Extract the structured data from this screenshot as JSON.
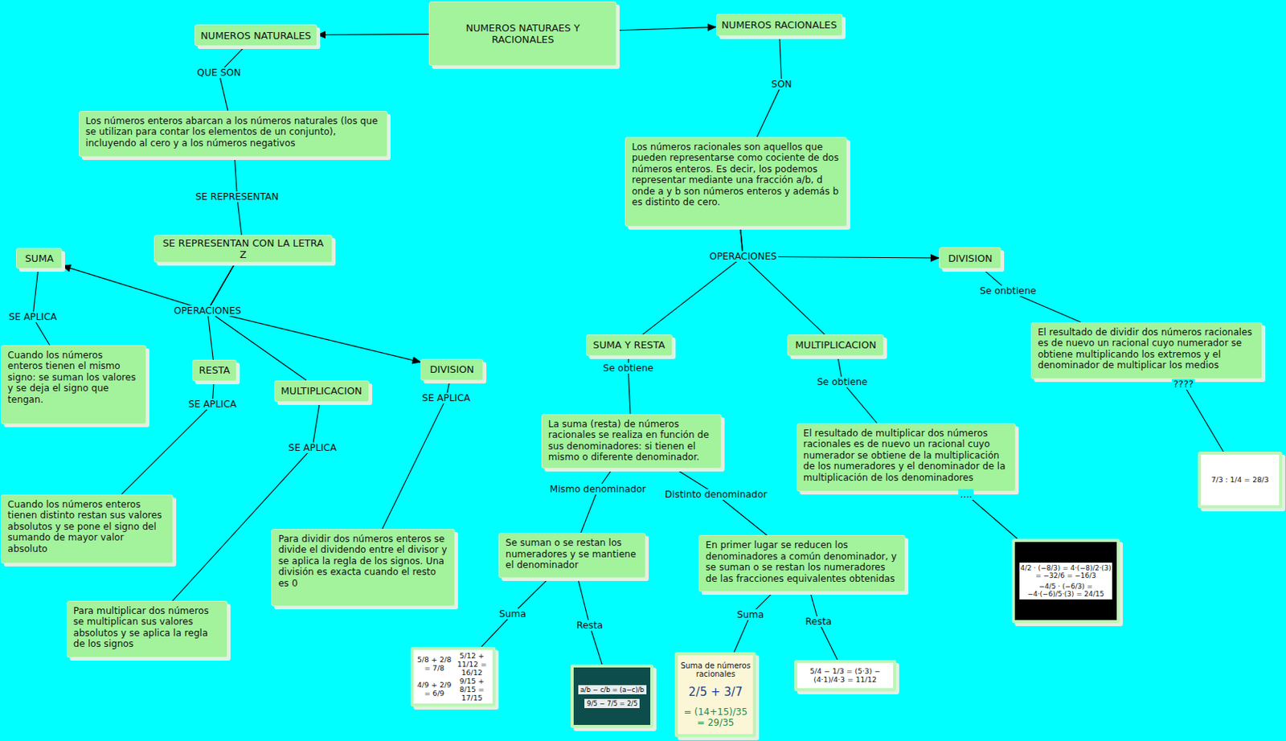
{
  "diagram": {
    "nodes": [
      {
        "text": [
          "NUMEROS NATURAES Y RACIONALES"
        ]
      },
      {
        "text": [
          "NUMEROS NATURALES"
        ]
      },
      {
        "text": [
          "NUMEROS RACIONALES"
        ]
      },
      {
        "text": [
          "Los números enteros abarcan a los números naturales (los que se utilizan para contar los elementos de un conjunto), incluyendo al cero y a los números negativos"
        ]
      },
      {
        "text": [
          "Los números racionales son aquellos que pueden representarse como cociente de dos números enteros. Es decir, los podemos representar mediante una fracción a/b, d onde a y b son números enteros y además b es distinto de cero."
        ]
      },
      {
        "text": [
          "SE REPRESENTAN CON LA LETRA Z"
        ]
      },
      {
        "text": [
          "SUMA"
        ]
      },
      {
        "text": [
          "DIVISION"
        ]
      },
      {
        "text": [
          "SUMA Y RESTA"
        ]
      },
      {
        "text": [
          "MULTIPLICACION"
        ]
      },
      {
        "text": [
          "El resultado de dividir dos números racionales es de nuevo un racional cuyo numerador se obtiene multiplicando los extremos y el denominador de multiplicar los medios"
        ]
      },
      {
        "text": [
          "Cuando los números enteros tienen el mismo signo: se suman los valores y se deja el signo que tengan."
        ]
      },
      {
        "text": [
          "RESTA"
        ]
      },
      {
        "text": [
          "MULTIPLICACION"
        ]
      },
      {
        "text": [
          "DIVISION"
        ]
      },
      {
        "text": [
          "La suma (resta) de números racionales se realiza en función de sus denominadores: si tienen el mismo o diferente denominador."
        ]
      },
      {
        "text": [
          "El resultado de multiplicar dos números racionales es de nuevo un racional cuyo numerador se obtiene de la multiplicación de los numeradores y el denominador de la multiplicación de los denominadores"
        ]
      },
      {
        "text": [
          "7/3 : 1/4 = 28/3"
        ]
      },
      {
        "text": [
          "Cuando los números enteros tienen distinto restan sus valores absolutos y se pone el signo del sumando de mayor valor absoluto"
        ]
      },
      {
        "text": [
          "Se suman o se restan los numeradores y se mantiene el denominador"
        ]
      },
      {
        "text": [
          "En primer lugar se reducen los denominadores a común denominador, y se suman o se restan los numeradores de las fracciones equivalentes obtenidas"
        ]
      },
      {
        "text": [
          "Para dividir dos números enteros se divide el dividendo entre el divisor y se aplica la regla de los signos. Una división es exacta cuando el resto es 0"
        ]
      },
      {
        "text": [
          "4/2 · (−8/3) = 4·(−8)/2·(3) = −32/6 = −16/3",
          "−4/5 · (−6/3) = −4·(−6)/5·(3) = 24/15"
        ]
      },
      {
        "text": [
          "Para multiplicar dos números se multiplican sus valores absolutos y se aplica la regla de los signos"
        ]
      },
      {
        "text": [
          "5/8 + 2/8 = 7/8",
          "5/12 + 11/12 = 16/12",
          "4/9 + 2/9 = 6/9",
          "9/15 + 8/15 = 17/15"
        ]
      },
      {
        "text": [
          "a/b − c/b = (a−c)/b",
          "9/5 − 7/5 = 2/5"
        ]
      },
      {
        "text": [
          "Suma de números racionales",
          "2/5 + 3/7",
          "= (14+15)/35 = 29/35"
        ]
      },
      {
        "text": [
          "5/4 − 1/3 = (5·3) − (4·1)/4·3 = 11/12"
        ]
      }
    ],
    "edges": [
      {
        "from": 0,
        "to": 1,
        "arrow": "to"
      },
      {
        "from": 0,
        "to": 2,
        "arrow": "to"
      },
      {
        "from": 1,
        "to": 3,
        "label": "QUE SON",
        "arrow": "none"
      },
      {
        "from": 2,
        "to": 4,
        "label": "SON",
        "arrow": "none"
      },
      {
        "from": 3,
        "to": 5,
        "label": "SE REPRESENTAN",
        "arrow": "none"
      },
      {
        "from": 5,
        "to": 6,
        "label": "OPERACIONES",
        "arrow": "to"
      },
      {
        "from": 5,
        "to": 12,
        "arrow": "none"
      },
      {
        "from": 5,
        "to": 13,
        "arrow": "none"
      },
      {
        "from": 5,
        "to": 14,
        "arrow": "to"
      },
      {
        "from": 4,
        "to": 7,
        "label": "OPERACIONES",
        "arrow": "to"
      },
      {
        "from": 4,
        "to": 8,
        "arrow": "none"
      },
      {
        "from": 4,
        "to": 9,
        "arrow": "none"
      },
      {
        "from": 6,
        "to": 11,
        "label": "SE APLICA",
        "arrow": "none"
      },
      {
        "from": 12,
        "to": 18,
        "label": "SE APLICA",
        "arrow": "none"
      },
      {
        "from": 13,
        "to": 23,
        "label": "SE APLICA",
        "arrow": "none"
      },
      {
        "from": 14,
        "to": 21,
        "label": "SE APLICA",
        "arrow": "none"
      },
      {
        "from": 7,
        "to": 10,
        "label": "Se onbtiene",
        "arrow": "none"
      },
      {
        "from": 8,
        "to": 15,
        "label": "Se obtiene",
        "arrow": "none"
      },
      {
        "from": 9,
        "to": 16,
        "label": "Se obtiene",
        "arrow": "none"
      },
      {
        "from": 10,
        "to": 17,
        "label": "????",
        "arrow": "none"
      },
      {
        "from": 16,
        "to": 22,
        "label": "....",
        "arrow": "none"
      },
      {
        "from": 15,
        "to": 19,
        "label": "Mismo denominador",
        "arrow": "none"
      },
      {
        "from": 15,
        "to": 20,
        "label": "Distinto denominador",
        "arrow": "none"
      },
      {
        "from": 19,
        "to": 24,
        "label": "Suma",
        "arrow": "none"
      },
      {
        "from": 19,
        "to": 25,
        "label": "Resta",
        "arrow": "none"
      },
      {
        "from": 20,
        "to": 26,
        "label": "Suma",
        "arrow": "none"
      },
      {
        "from": 20,
        "to": 27,
        "label": "Resta",
        "arrow": "none"
      }
    ]
  }
}
